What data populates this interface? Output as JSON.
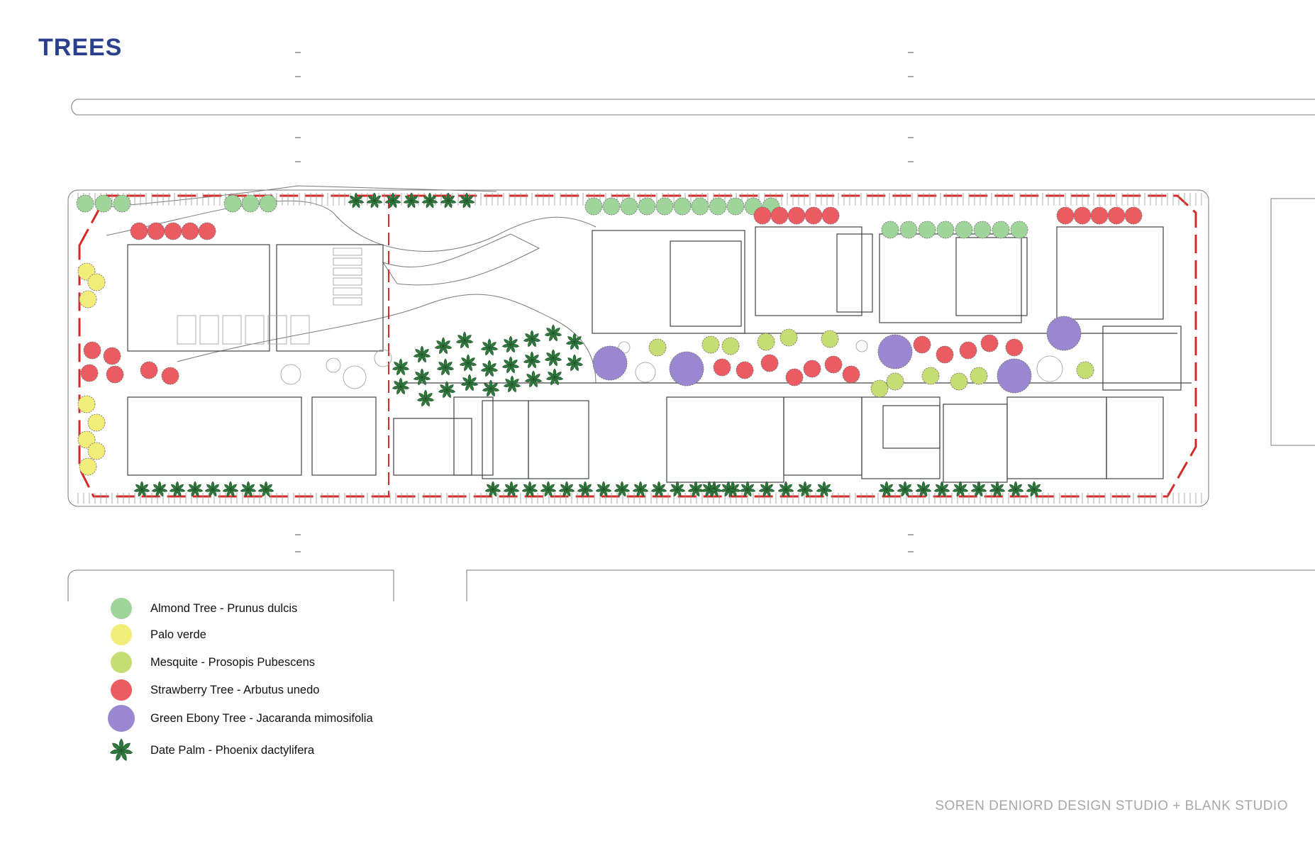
{
  "title": "TREES",
  "credit": "SOREN DENIORD DESIGN STUDIO  + BLANK STUDIO",
  "colors": {
    "title": "#2b3f8f",
    "almond": "#9fd49a",
    "palo_verde": "#f2ec78",
    "mesquite": "#c5dd72",
    "strawberry": "#ea5c62",
    "green_ebony": "#9b86d0",
    "date_palm": "#2f7a3d",
    "boundary": "#d42a2a"
  },
  "legend": [
    {
      "id": "almond",
      "label": "Almond Tree - Prunus dulcis",
      "symbol": "circle",
      "color": "#9fd49a"
    },
    {
      "id": "palo_verde",
      "label": "Palo verde",
      "symbol": "circle",
      "color": "#f2ec78"
    },
    {
      "id": "mesquite",
      "label": "Mesquite - Prosopis Pubescens",
      "symbol": "circle",
      "color": "#c5dd72"
    },
    {
      "id": "strawberry",
      "label": "Strawberry Tree - Arbutus unedo",
      "symbol": "circle",
      "color": "#ea5c62"
    },
    {
      "id": "green_ebony",
      "label": "Green Ebony Tree - Jacaranda mimosifolia",
      "symbol": "large-circle",
      "color": "#9b86d0"
    },
    {
      "id": "date_palm",
      "label": "Date Palm - Phoenix dactylifera",
      "symbol": "palm-icon",
      "color": "#2f7a3d"
    }
  ]
}
